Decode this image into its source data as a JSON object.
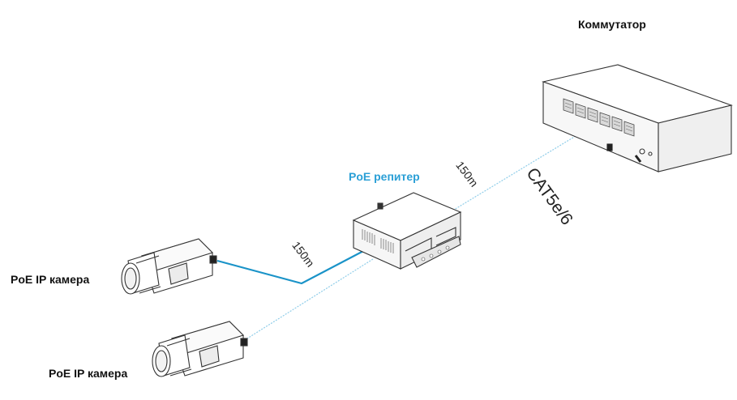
{
  "labels": {
    "switch": "Коммутатор",
    "repeater": "PoE репитер",
    "camera_top": "PoE IP камера",
    "camera_bottom": "PoE IP камера",
    "cable_type": "CAT5e/6",
    "distance_switch_repeater": "150m",
    "distance_repeater_camera": "150m"
  },
  "colors": {
    "label_blue": "#2a9fd6",
    "cable_active": "#1a93c8",
    "cable_light": "#8fcde9",
    "outline": "#333333"
  },
  "icons": {
    "switch": "network-switch-icon",
    "repeater": "poe-repeater-icon",
    "camera_top": "ip-camera-icon",
    "camera_bottom": "ip-camera-icon"
  }
}
